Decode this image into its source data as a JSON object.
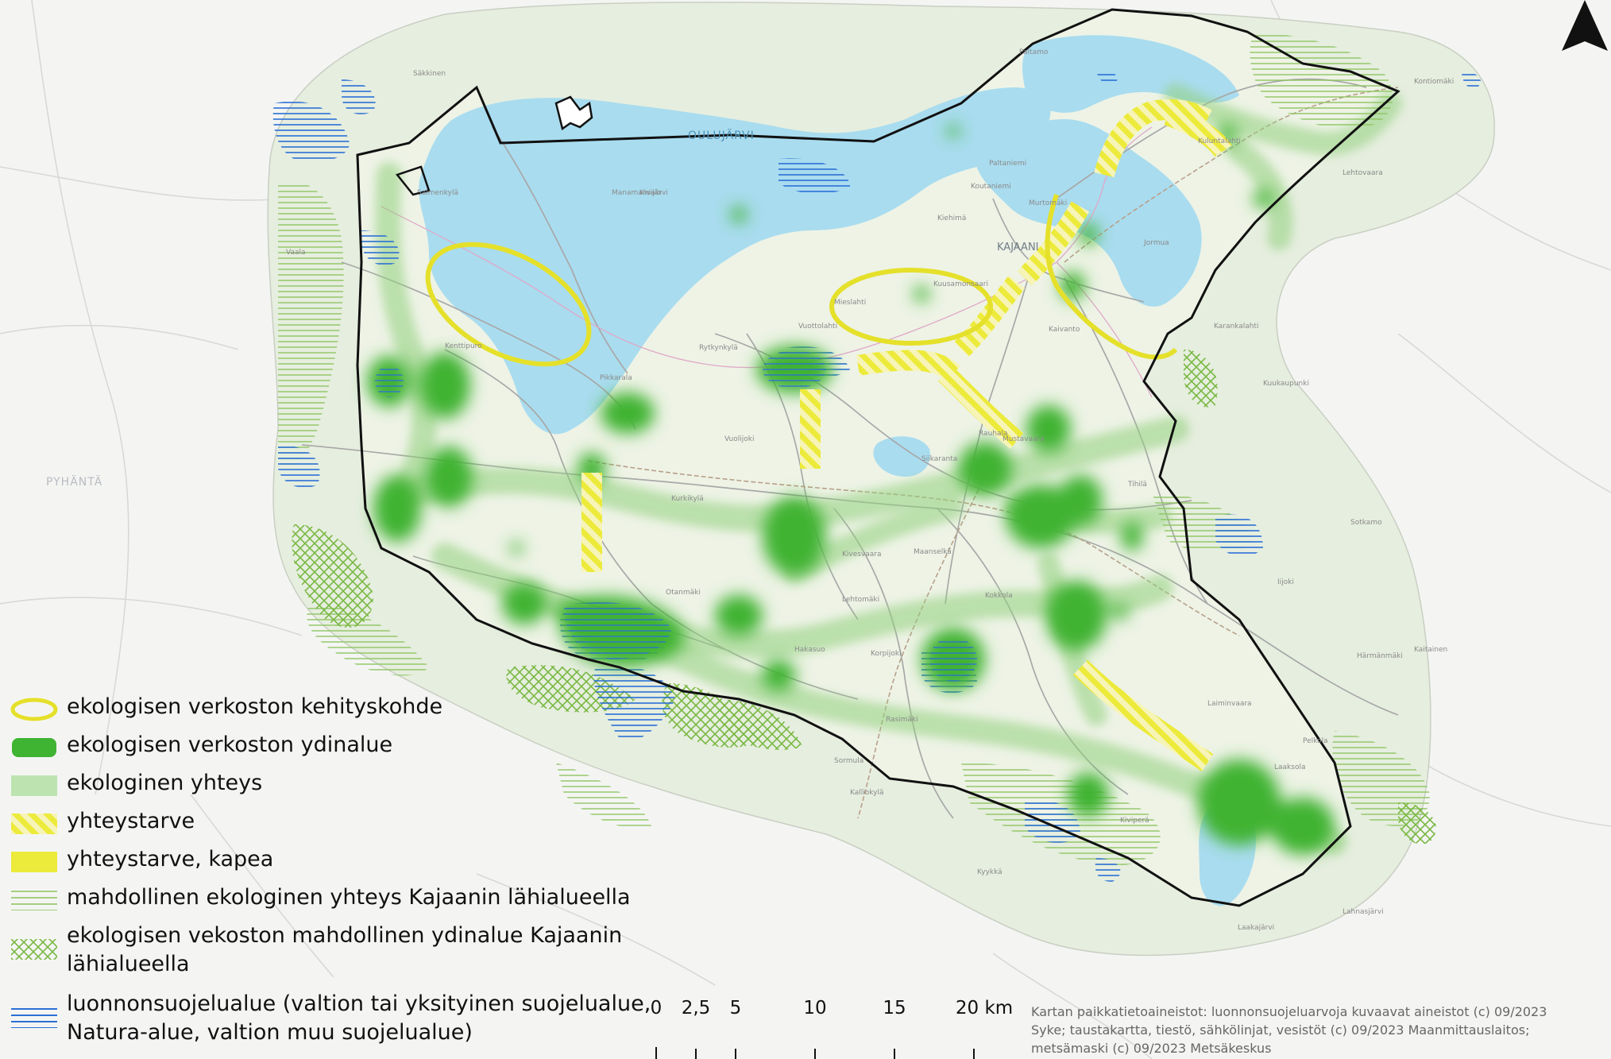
{
  "map": {
    "labels": {
      "lake": "OULUJÄRVI",
      "region_west": "PYHÄNTÄ",
      "city": "KAJAANI",
      "places": [
        "Säkkinen",
        "Salmenkylä",
        "Manamansalo",
        "Kivijärvi",
        "Kenttipuro",
        "Paltamo",
        "Kiehimä",
        "Mieslahti",
        "Kuusamonsaari",
        "Jormua",
        "Vuottolahti",
        "Kontiomäki",
        "Kuluntalahti",
        "Murtomäki",
        "Lehtovaara",
        "Pikkarala",
        "Vuolijoki",
        "Kurkikylä",
        "Otanmäki",
        "Rauhala",
        "Kivesvaara",
        "Maanselkä",
        "Vaala",
        "Paltaniemi",
        "Karankalahti",
        "Kaivanto",
        "Tihilä",
        "Koutaniemi",
        "Mustavaara",
        "Kuukaupunki",
        "Lehtomäki",
        "Hakasuo",
        "Kokkola",
        "Laaksola",
        "Laiminvaara",
        "Iijoki",
        "Sotkamo",
        "Kaitainen",
        "Lahnasjärvi",
        "Laakajärvi",
        "Korpijoki",
        "Kiviperä",
        "Sormula",
        "Rasimäki",
        "Kalliokylä",
        "Kyykkä",
        "Pelkola",
        "Härmänmäki",
        "Rytkynkylä",
        "Siikaranta"
      ]
    },
    "colors": {
      "water": "#a9dcef",
      "core_area": "#3fb332",
      "connection": "#8fd07b",
      "need_hatch": "#ecea3a",
      "boundary": "#111111",
      "protection": "#2a6fd6",
      "possible_hatch": "#88c24e"
    }
  },
  "legend": {
    "items": [
      {
        "symbol": "yellow-ellipse-outline",
        "label": "ekologisen verkoston kehityskohde"
      },
      {
        "symbol": "green-blob",
        "label": "ekologisen verkoston ydinalue"
      },
      {
        "symbol": "light-green-band",
        "label": "ekologinen yhteys"
      },
      {
        "symbol": "yellow-diagonal-hatch",
        "label": "yhteystarve"
      },
      {
        "symbol": "yellow-solid",
        "label": "yhteystarve, kapea"
      },
      {
        "symbol": "green-horizontal-lines",
        "label": "mahdollinen ekologinen yhteys Kajaanin lähialueella"
      },
      {
        "symbol": "green-crosshatch",
        "label_line1": "ekologisen vekoston mahdollinen ydinalue Kajaanin",
        "label_line2": "lähialueella"
      },
      {
        "symbol": "blue-horizontal-lines",
        "label_line1": "luonnonsuojelualue (valtion tai yksityinen suojelualue,",
        "label_line2": "Natura-alue, valtion muu suojelualue)"
      }
    ]
  },
  "scale": {
    "ticks": [
      "0",
      "2,5",
      "5",
      "10",
      "15",
      "20 km"
    ],
    "tick_km": [
      0,
      2.5,
      5,
      10,
      15,
      20
    ]
  },
  "credits": {
    "line1": "Kartan paikkatietoaineistot: luonnonsuojeluarvoja kuvaavat aineistot (c) 09/2023",
    "line2": "Syke; taustakartta, tiestö, sähkölinjat, vesistöt (c) 09/2023 Maanmittauslaitos;",
    "line3": "metsämaski (c) 09/2023 Metsäkeskus"
  },
  "north_arrow": {
    "icon": "north-arrow-icon"
  }
}
